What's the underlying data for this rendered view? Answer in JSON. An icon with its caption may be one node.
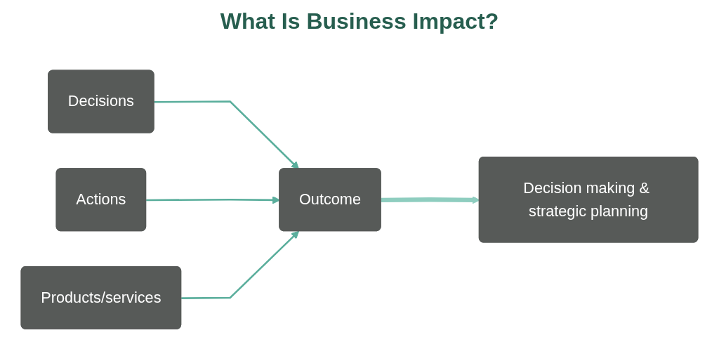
{
  "diagram": {
    "title": "What Is Business Impact?",
    "nodes": [
      {
        "text": [
          "Decisions"
        ]
      },
      {
        "text": [
          "Actions"
        ]
      },
      {
        "text": [
          "Products/services"
        ]
      },
      {
        "text": [
          "Outcome"
        ]
      },
      {
        "text": [
          "Decision making & strategic planning"
        ]
      }
    ],
    "edges": [
      {
        "from": 0,
        "to": 3,
        "arrow": "to"
      },
      {
        "from": 1,
        "to": 3,
        "arrow": "to"
      },
      {
        "from": 2,
        "to": 3,
        "arrow": "to"
      },
      {
        "from": 3,
        "to": 4,
        "arrow": "to",
        "style": "thick",
        "color": "#8ecdbf"
      }
    ]
  }
}
